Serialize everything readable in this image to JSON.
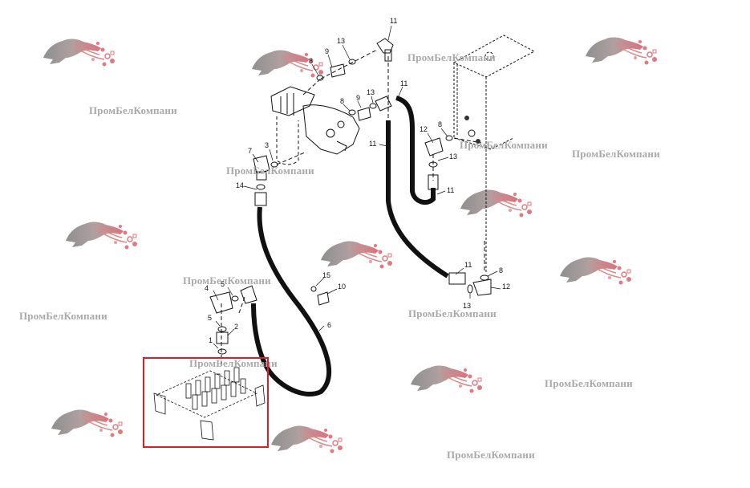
{
  "diagram": {
    "type": "exploded parts diagram - hydraulic hose routing",
    "highlight_color": "#e21c24",
    "line_color": "#111111",
    "callouts": [
      {
        "id": "c11a",
        "label": "11"
      },
      {
        "id": "c13a",
        "label": "13"
      },
      {
        "id": "c9a",
        "label": "9"
      },
      {
        "id": "c8a",
        "label": "8"
      },
      {
        "id": "c11b",
        "label": "11"
      },
      {
        "id": "c13b",
        "label": "13"
      },
      {
        "id": "c9b",
        "label": "9"
      },
      {
        "id": "c8b",
        "label": "8"
      },
      {
        "id": "c11c",
        "label": "11"
      },
      {
        "id": "c12a",
        "label": "12"
      },
      {
        "id": "c8c",
        "label": "8"
      },
      {
        "id": "c13c",
        "label": "13"
      },
      {
        "id": "c11d",
        "label": "11"
      },
      {
        "id": "c7",
        "label": "7"
      },
      {
        "id": "c3",
        "label": "3"
      },
      {
        "id": "c14",
        "label": "14"
      },
      {
        "id": "c5a",
        "label": "5"
      },
      {
        "id": "c4",
        "label": "4"
      },
      {
        "id": "c5b",
        "label": "5"
      },
      {
        "id": "c2",
        "label": "2"
      },
      {
        "id": "c1",
        "label": "1"
      },
      {
        "id": "c15",
        "label": "15"
      },
      {
        "id": "c10",
        "label": "10"
      },
      {
        "id": "c6",
        "label": "6"
      },
      {
        "id": "c11e",
        "label": "11"
      },
      {
        "id": "c8d",
        "label": "8"
      },
      {
        "id": "c12b",
        "label": "12"
      },
      {
        "id": "c13d",
        "label": "13"
      }
    ]
  },
  "watermark": {
    "text": "ПромБелКомпани",
    "logo_colors": {
      "body": "#9a9a9a",
      "ornament": "#e0707a"
    }
  }
}
